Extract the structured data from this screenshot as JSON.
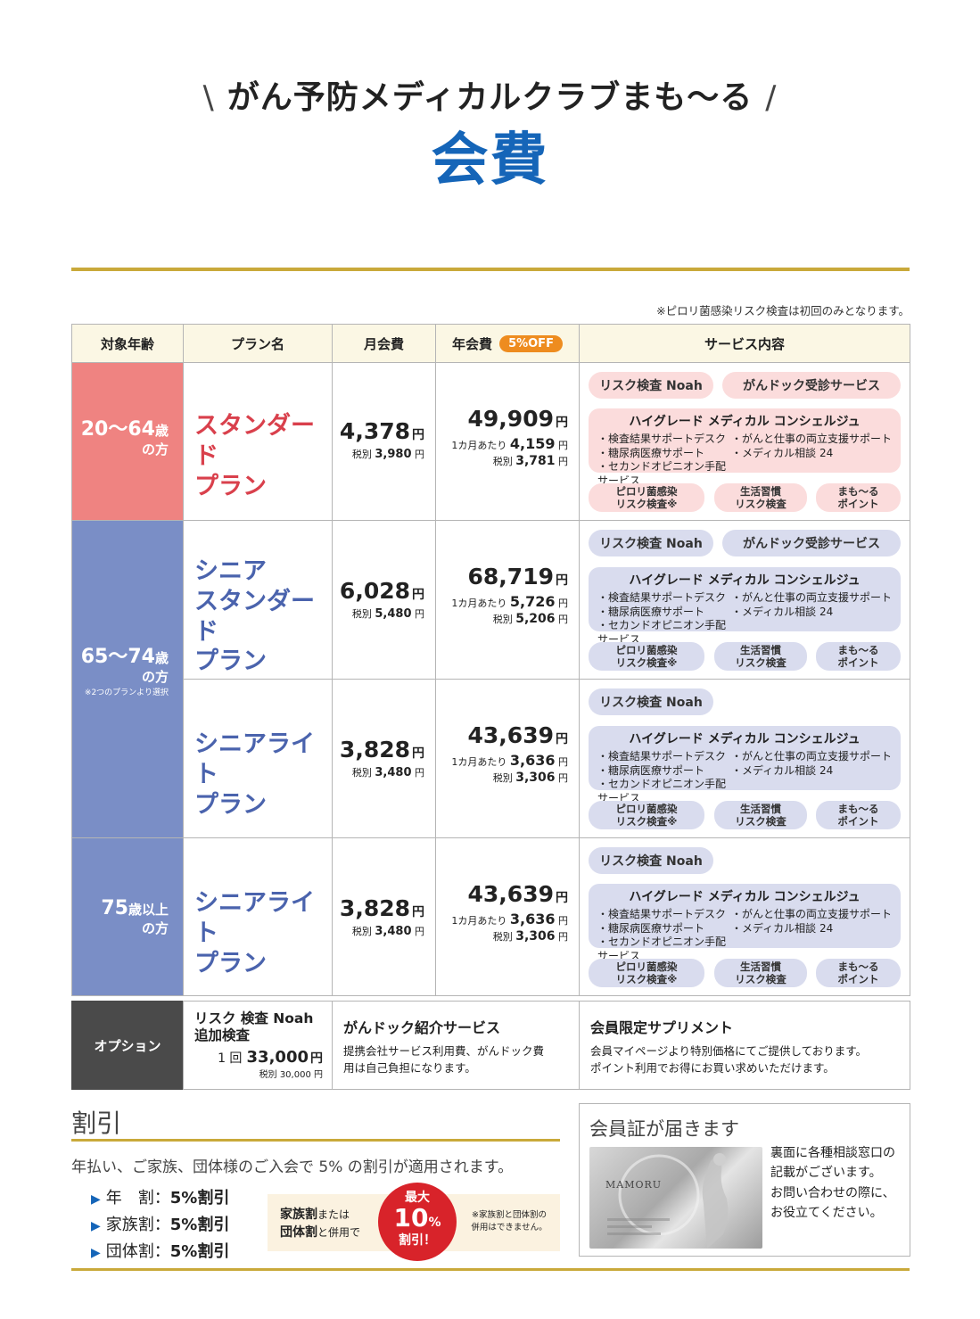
{
  "header": {
    "slash_left": "\\",
    "subtitle": "がん予防メディカルクラブまも〜る",
    "slash_right": "/",
    "title": "会費"
  },
  "note": "※ピロリ菌感染リスク検査は初回のみとなります。",
  "table_header": {
    "age": "対象年齢",
    "plan": "プラン名",
    "monthly": "月会費",
    "annual": "年会費",
    "off": "5%OFF",
    "service": "サービス内容"
  },
  "groups": [
    {
      "age": "20～64",
      "age_unit": "歳",
      "age_suffix": "の方",
      "color": "#ef8381"
    },
    {
      "age": "65～74",
      "age_unit": "歳",
      "age_suffix": "の方",
      "age_note": "※2つのプランより選択",
      "color": "#7a8ec6"
    },
    {
      "age": "75",
      "age_unit": "歳以上",
      "age_suffix": "の方",
      "color": "#7a8ec6"
    }
  ],
  "plans": [
    {
      "name_l1": "スタンダード",
      "name_l2": "プラン",
      "name_l3": "",
      "color": "#d9404c",
      "monthly": "4,378",
      "monthly_net": "3,980",
      "annual": "49,909",
      "per_month": "4,159",
      "annual_net": "3,781",
      "s1": "リスク検査 Noah",
      "s2": "がんドック受診サービス"
    },
    {
      "name_l1": "シニア",
      "name_l2": "スタンダード",
      "name_l3": "プラン",
      "color": "#4a63ad",
      "monthly": "6,028",
      "monthly_net": "5,480",
      "annual": "68,719",
      "per_month": "5,726",
      "annual_net": "5,206",
      "s1": "リスク検査 Noah",
      "s2": "がんドック受診サービス"
    },
    {
      "name_l1": "シニアライト",
      "name_l2": "プラン",
      "name_l3": "",
      "color": "#4a63ad",
      "monthly": "3,828",
      "monthly_net": "3,480",
      "annual": "43,639",
      "per_month": "3,636",
      "annual_net": "3,306",
      "s1": "リスク検査 Noah",
      "s2": ""
    },
    {
      "name_l1": "シニアライト",
      "name_l2": "プラン",
      "name_l3": "",
      "color": "#4a63ad",
      "monthly": "3,828",
      "monthly_net": "3,480",
      "annual": "43,639",
      "per_month": "3,636",
      "annual_net": "3,306",
      "s1": "リスク検査 Noah",
      "s2": ""
    }
  ],
  "labels": {
    "yen": "円",
    "zeibetsu": "税別",
    "per_month_label": "1カ月あたり"
  },
  "concierge": {
    "title": "ハイグレード メディカル コンシェルジュ",
    "i1": "・検査結果サポートデスク",
    "i2": "・がんと仕事の両立支援サポート",
    "i3": "・糖尿病医療サポート",
    "i4": "・メディカル相談 24",
    "i5": "・セカンドオピニオン手配サービス"
  },
  "small_pills": {
    "p1a": "ピロリ菌感染",
    "p1b": "リスク検査※",
    "p2a": "生活習慣",
    "p2b": "リスク検査",
    "p3a": "まも〜る",
    "p3b": "ポイント"
  },
  "colors": {
    "pink_light": "#fbdcdc",
    "blue_light": "#d9dcee",
    "gold": "#c9a93a",
    "blue_title": "#1565b8",
    "red_badge": "#d8232a"
  },
  "option": {
    "label": "オプション",
    "c1_l1": "リスク 検査 Noah",
    "c1_l2": "追加検査",
    "c1_pre": "1 回",
    "c1_price": "33,000",
    "c1_net": "税別 30,000 円",
    "c2_title": "がんドック紹介サービス",
    "c2_l1": "提携会社サービス利用費、がんドック費",
    "c2_l2": "用は自己負担になります。",
    "c3_title": "会員限定サプリメント",
    "c3_l1": "会員マイページより特別価格にてご提供しております。",
    "c3_l2": "ポイント利用でお得にお買い求めいただけます。"
  },
  "discount": {
    "title": "割引",
    "desc": "年払い、ご家族、団体様のご入会で 5% の割引が適用されます。",
    "items": [
      {
        "label": "年　割：",
        "value": "5%割引"
      },
      {
        "label": "家族割：",
        "value": "5%割引"
      },
      {
        "label": "団体割：",
        "value": "5%割引"
      }
    ],
    "box_l1a": "家族割",
    "box_l1b": "または",
    "box_l2a": "団体割",
    "box_l2b": "と併用で",
    "badge_top": "最大",
    "badge_num": "10",
    "badge_pct": "%",
    "badge_bot": "割引！",
    "box_note1": "※家族割と団体割の",
    "box_note2": "併用はできません。"
  },
  "card": {
    "title": "会員証が届きます",
    "card_text": "MAMORU",
    "l1": "裏面に各種相談窓口の",
    "l2": "記載がございます。",
    "l3": "お問い合わせの際に、",
    "l4": "お役立てください。"
  }
}
